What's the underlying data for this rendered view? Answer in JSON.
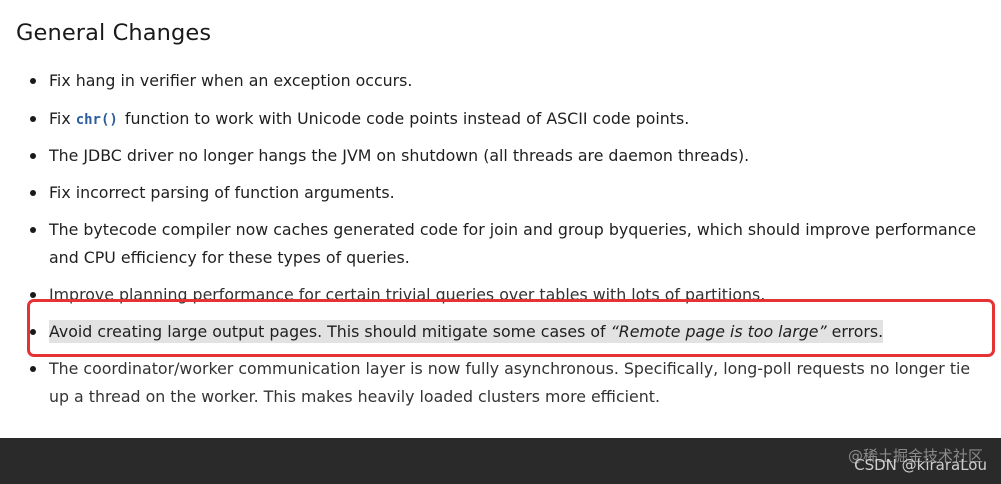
{
  "document": {
    "heading": "General Changes",
    "items": [
      {
        "text": "Fix hang in verifier when an exception occurs."
      },
      {
        "before": "Fix ",
        "code": "chr()",
        "after": " function to work with Unicode code points instead of ASCII code points."
      },
      {
        "text": "The JDBC driver no longer hangs the JVM on shutdown (all threads are daemon threads)."
      },
      {
        "text": "Fix incorrect parsing of function arguments."
      },
      {
        "text": "The bytecode compiler now caches generated code for join and group byqueries, which should improve performance and CPU efficiency for these types of queries."
      },
      {
        "text": "Improve planning performance for certain trivial queries over tables with lots of partitions."
      },
      {
        "before": "Avoid creating large output pages. This should mitigate some cases of ",
        "em": "“Remote page is too large”",
        "after": " errors."
      },
      {
        "text": "The coordinator/worker communication layer is now fully asynchronous. Specifically, long-poll requests no longer tie up a thread on the worker. This makes heavily loaded clusters more efficient."
      }
    ]
  },
  "watermarks": {
    "top": "@稀土掘金技术社区",
    "bottom": "CSDN @kiraraLou"
  },
  "colors": {
    "highlight_box": "#e53232",
    "code_text": "#2b5c9e",
    "footer_bg": "#2a2a2a"
  }
}
